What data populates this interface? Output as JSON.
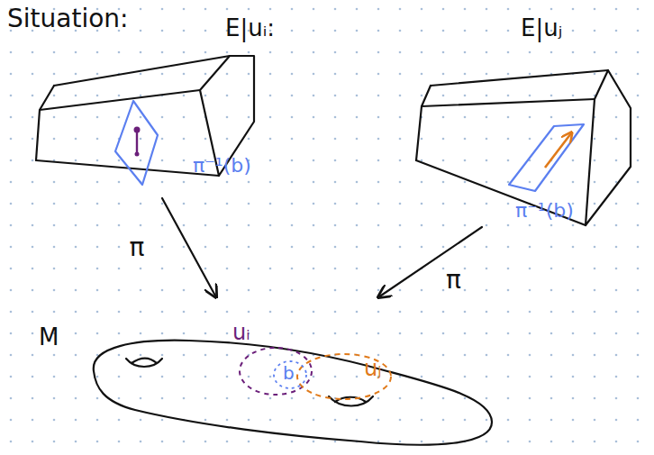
{
  "diagram": {
    "title": "Situation:",
    "nodes": [
      {
        "text": [
          "E|uᵢ:"
        ]
      },
      {
        "text": [
          "E|uⱼ"
        ]
      },
      {
        "text": [
          "M"
        ]
      }
    ],
    "edges": [
      {
        "from": 0,
        "to": 2,
        "label": "π",
        "arrow": "to"
      },
      {
        "from": 1,
        "to": 2,
        "label": "π",
        "arrow": "to"
      }
    ],
    "labels": [
      "π⁻¹(b)",
      "π⁻¹(b)",
      "uᵢ",
      "b",
      "uⱼ"
    ]
  }
}
